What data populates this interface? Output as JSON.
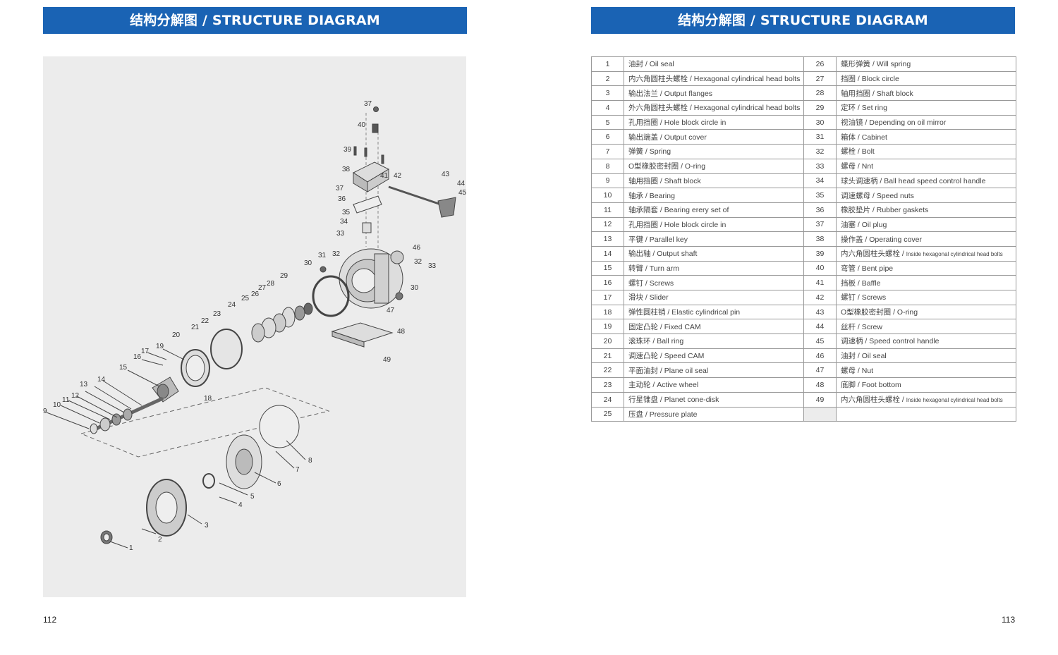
{
  "left_page": {
    "header": "结构分解图 / STRUCTURE DIAGRAM",
    "page_number": "112",
    "diagram_callouts": [
      "1",
      "2",
      "3",
      "4",
      "5",
      "6",
      "7",
      "8",
      "9",
      "10",
      "11",
      "12",
      "13",
      "14",
      "15",
      "16",
      "17",
      "18",
      "19",
      "20",
      "21",
      "22",
      "23",
      "24",
      "25",
      "26",
      "27",
      "28",
      "29",
      "30",
      "31",
      "32",
      "33",
      "34",
      "35",
      "36",
      "37",
      "38",
      "39",
      "40",
      "41",
      "42",
      "43",
      "44",
      "45",
      "46",
      "47",
      "48",
      "49"
    ]
  },
  "right_page": {
    "header": "结构分解图 / STRUCTURE DIAGRAM",
    "page_number": "113",
    "parts_left": [
      {
        "no": "1",
        "name": "油封 / Oil seal"
      },
      {
        "no": "2",
        "name": "内六角圆柱头螺栓 / Hexagonal cylindrical head bolts"
      },
      {
        "no": "3",
        "name": "输出法兰 / Output flanges"
      },
      {
        "no": "4",
        "name": "外六角圆柱头螺栓 / Hexagonal cylindrical head bolts"
      },
      {
        "no": "5",
        "name": "孔用挡圈 / Hole block circle in"
      },
      {
        "no": "6",
        "name": "输出端盖 / Output cover"
      },
      {
        "no": "7",
        "name": "弹簧 / Spring"
      },
      {
        "no": "8",
        "name": "O型橡胶密封圈 / O-ring"
      },
      {
        "no": "9",
        "name": "轴用挡圈 / Shaft block"
      },
      {
        "no": "10",
        "name": "轴承 / Bearing"
      },
      {
        "no": "11",
        "name": "轴承隔套 / Bearing erery set of"
      },
      {
        "no": "12",
        "name": "孔用挡圈 / Hole block circle in"
      },
      {
        "no": "13",
        "name": "平键 / Parallel key"
      },
      {
        "no": "14",
        "name": "输出轴 / Output shaft"
      },
      {
        "no": "15",
        "name": "转臂 / Turn arm"
      },
      {
        "no": "16",
        "name": "螺钉 / Screws"
      },
      {
        "no": "17",
        "name": "滑块 / Slider"
      },
      {
        "no": "18",
        "name": "弹性圆柱销 / Elastic cylindrical pin"
      },
      {
        "no": "19",
        "name": "固定凸轮 / Fixed CAM"
      },
      {
        "no": "20",
        "name": "滚珠环 / Ball ring"
      },
      {
        "no": "21",
        "name": "调速凸轮 / Speed CAM"
      },
      {
        "no": "22",
        "name": "平面油封 / Plane oil seal"
      },
      {
        "no": "23",
        "name": "主动轮 / Active wheel"
      },
      {
        "no": "24",
        "name": "行星锥盘 / Planet cone-disk"
      },
      {
        "no": "25",
        "name": "压盘 / Pressure plate"
      }
    ],
    "parts_right": [
      {
        "no": "26",
        "name": "蝶形弹簧 / Will spring",
        "small": ""
      },
      {
        "no": "27",
        "name": "挡圈 / Block circle",
        "small": ""
      },
      {
        "no": "28",
        "name": "轴用挡圈 / Shaft block",
        "small": ""
      },
      {
        "no": "29",
        "name": "定环 / Set ring",
        "small": ""
      },
      {
        "no": "30",
        "name": "视油镜 / Depending on oil mirror",
        "small": ""
      },
      {
        "no": "31",
        "name": "箱体 / Cabinet",
        "small": ""
      },
      {
        "no": "32",
        "name": "螺栓 / Bolt",
        "small": ""
      },
      {
        "no": "33",
        "name": "螺母 / Nnt",
        "small": ""
      },
      {
        "no": "34",
        "name": "球头调速柄 / Ball head speed control handle",
        "small": ""
      },
      {
        "no": "35",
        "name": "调速螺母 / Speed nuts",
        "small": ""
      },
      {
        "no": "36",
        "name": "橡胶垫片 / Rubber gaskets",
        "small": ""
      },
      {
        "no": "37",
        "name": "油塞 / Oil plug",
        "small": ""
      },
      {
        "no": "38",
        "name": "操作盖 / Operating cover",
        "small": ""
      },
      {
        "no": "39",
        "name": "内六角圆柱头螺栓 / ",
        "small": "Inside hexagonal cylindrical head bolts"
      },
      {
        "no": "40",
        "name": "弯管 / Bent pipe",
        "small": ""
      },
      {
        "no": "41",
        "name": "挡板 / Baffle",
        "small": ""
      },
      {
        "no": "42",
        "name": "螺钉 / Screws",
        "small": ""
      },
      {
        "no": "43",
        "name": "O型橡胶密封圈 / O-ring",
        "small": ""
      },
      {
        "no": "44",
        "name": "丝杆 / Screw",
        "small": ""
      },
      {
        "no": "45",
        "name": "调速柄 / Speed control handle",
        "small": ""
      },
      {
        "no": "46",
        "name": "油封 / Oil seal",
        "small": ""
      },
      {
        "no": "47",
        "name": "螺母 / Nut",
        "small": ""
      },
      {
        "no": "48",
        "name": "底脚 / Foot bottom",
        "small": ""
      },
      {
        "no": "49",
        "name": "内六角圆柱头螺栓 / ",
        "small": "Inside hexagonal cylindrical head bolts"
      },
      {
        "no": "",
        "name": "",
        "small": ""
      }
    ]
  }
}
